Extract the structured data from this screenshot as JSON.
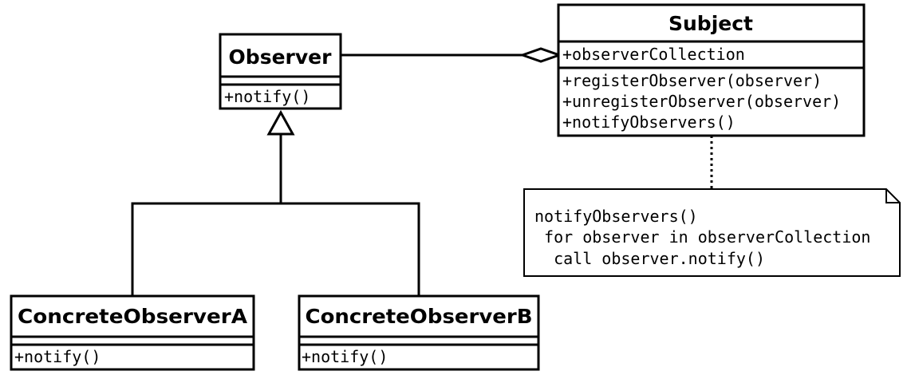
{
  "diagram": {
    "observer": {
      "name": "Observer",
      "attributes": [],
      "operations": [
        "+notify()"
      ]
    },
    "subject": {
      "name": "Subject",
      "attributes": [
        "+observerCollection"
      ],
      "operations": [
        "+registerObserver(observer)",
        "+unregisterObserver(observer)",
        "+notifyObservers()"
      ]
    },
    "concrete_a": {
      "name": "ConcreteObserverA",
      "attributes": [],
      "operations": [
        "+notify()"
      ]
    },
    "concrete_b": {
      "name": "ConcreteObserverB",
      "attributes": [],
      "operations": [
        "+notify()"
      ]
    },
    "note": {
      "lines": [
        "notifyObservers()",
        " for observer in observerCollection",
        "  call observer.notify()"
      ]
    },
    "colors": {
      "stroke": "#000000",
      "fill": "#ffffff",
      "background": "#ffffff"
    }
  }
}
